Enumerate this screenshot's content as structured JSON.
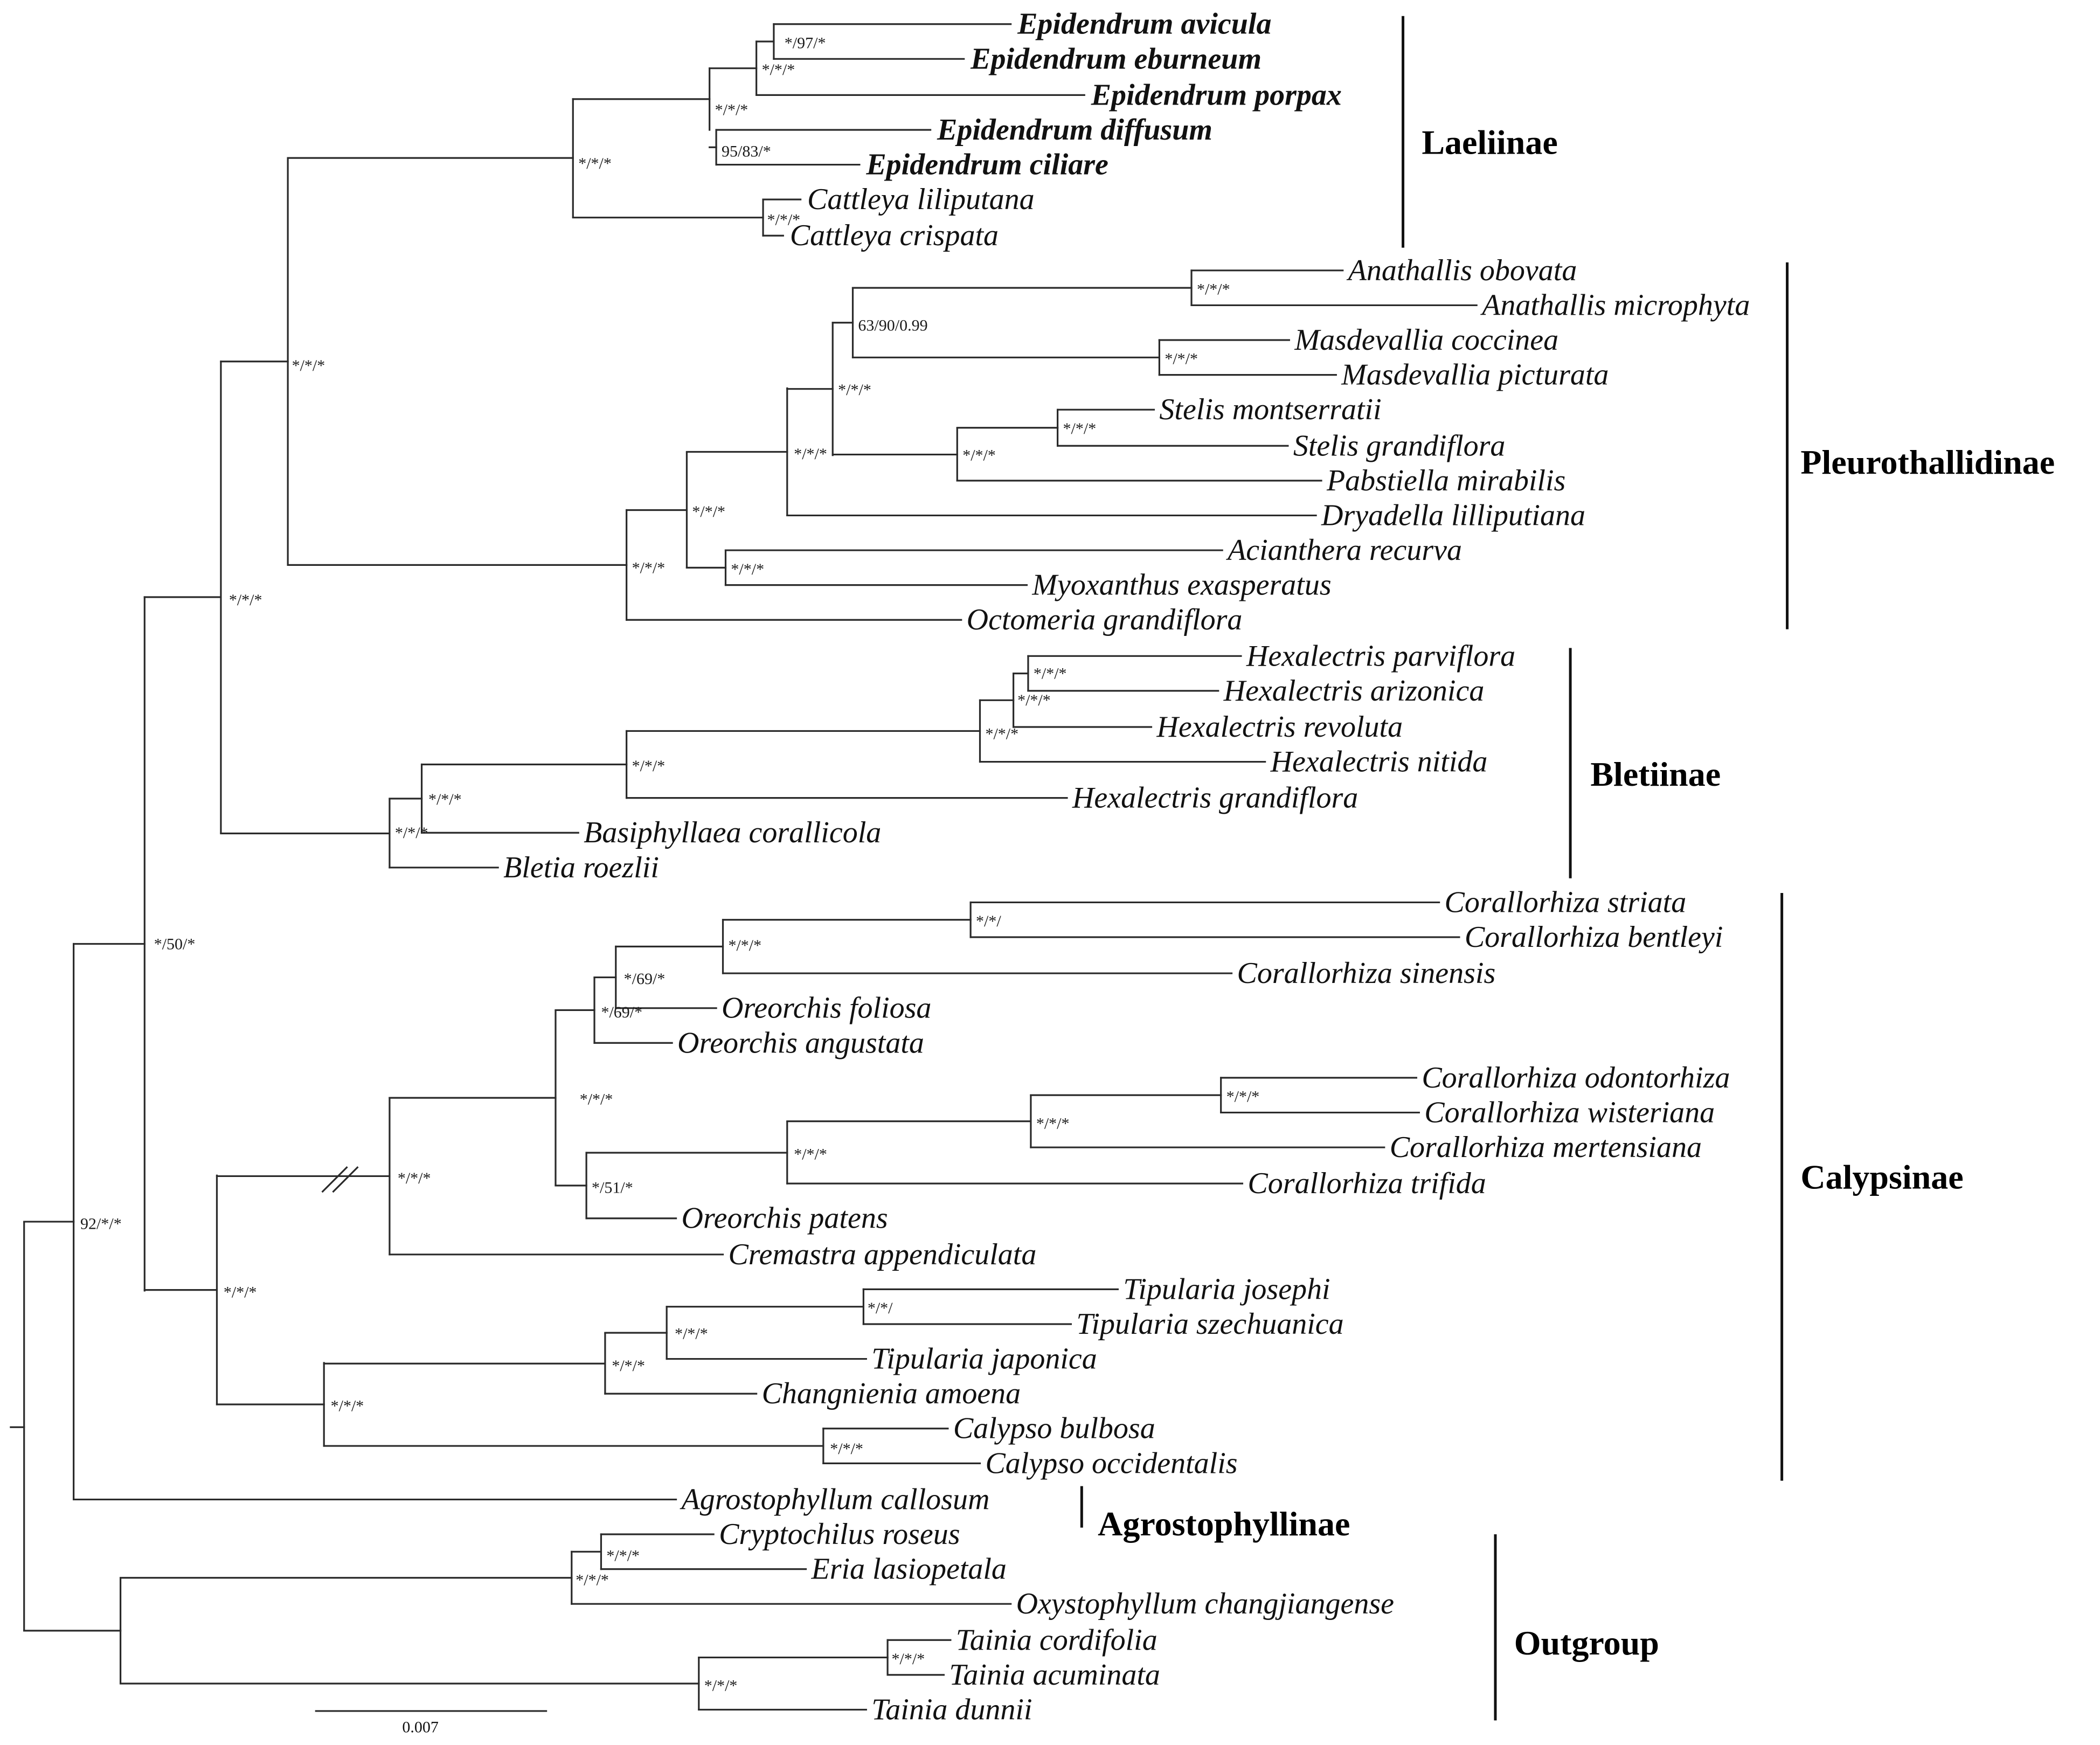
{
  "tree": {
    "taxa": [
      {
        "name": "Epidendrum avicula",
        "bold": true
      },
      {
        "name": "Epidendrum eburneum",
        "bold": true
      },
      {
        "name": "Epidendrum porpax",
        "bold": true
      },
      {
        "name": "Epidendrum diffusum",
        "bold": true
      },
      {
        "name": "Epidendrum ciliare",
        "bold": true
      },
      {
        "name": "Cattleya liliputana",
        "bold": false
      },
      {
        "name": "Cattleya crispata",
        "bold": false
      },
      {
        "name": "Anathallis obovata",
        "bold": false
      },
      {
        "name": "Anathallis microphyta",
        "bold": false
      },
      {
        "name": "Masdevallia coccinea",
        "bold": false
      },
      {
        "name": "Masdevallia picturata",
        "bold": false
      },
      {
        "name": "Stelis montserratii",
        "bold": false
      },
      {
        "name": "Stelis grandiflora",
        "bold": false
      },
      {
        "name": "Pabstiella mirabilis",
        "bold": false
      },
      {
        "name": "Dryadella lilliputiana",
        "bold": false
      },
      {
        "name": "Acianthera recurva",
        "bold": false
      },
      {
        "name": "Myoxanthus exasperatus",
        "bold": false
      },
      {
        "name": "Octomeria grandiflora",
        "bold": false
      },
      {
        "name": "Hexalectris parviflora",
        "bold": false
      },
      {
        "name": "Hexalectris arizonica",
        "bold": false
      },
      {
        "name": "Hexalectris revoluta",
        "bold": false
      },
      {
        "name": "Hexalectris nitida",
        "bold": false
      },
      {
        "name": "Hexalectris grandiflora",
        "bold": false
      },
      {
        "name": "Basiphyllaea corallicola",
        "bold": false
      },
      {
        "name": "Bletia roezlii",
        "bold": false
      },
      {
        "name": "Corallorhiza striata",
        "bold": false
      },
      {
        "name": "Corallorhiza bentleyi",
        "bold": false
      },
      {
        "name": "Corallorhiza sinensis",
        "bold": false
      },
      {
        "name": "Oreorchis foliosa",
        "bold": false
      },
      {
        "name": "Oreorchis angustata",
        "bold": false
      },
      {
        "name": "Corallorhiza odontorhiza",
        "bold": false
      },
      {
        "name": "Corallorhiza wisteriana",
        "bold": false
      },
      {
        "name": "Corallorhiza mertensiana",
        "bold": false
      },
      {
        "name": "Corallorhiza trifida",
        "bold": false
      },
      {
        "name": "Oreorchis patens",
        "bold": false
      },
      {
        "name": "Cremastra appendiculata",
        "bold": false
      },
      {
        "name": "Tipularia josephi",
        "bold": false
      },
      {
        "name": "Tipularia szechuanica",
        "bold": false
      },
      {
        "name": "Tipularia japonica",
        "bold": false
      },
      {
        "name": "Changnienia amoena",
        "bold": false
      },
      {
        "name": "Calypso bulbosa",
        "bold": false
      },
      {
        "name": "Calypso occidentalis",
        "bold": false
      },
      {
        "name": "Agrostophyllum callosum",
        "bold": false
      },
      {
        "name": "Cryptochilus roseus",
        "bold": false
      },
      {
        "name": "Eria lasiopetala",
        "bold": false
      },
      {
        "name": "Oxystophyllum changjiangense",
        "bold": false
      },
      {
        "name": "Tainia cordifolia",
        "bold": false
      },
      {
        "name": "Tainia acuminata",
        "bold": false
      },
      {
        "name": "Tainia dunnii",
        "bold": false
      }
    ],
    "supports": [
      "*/97/*",
      "*/*/*",
      "*/*/*",
      "95/83/*",
      "*/*/*",
      "*/*/*",
      "*/*/*",
      "*/*/*",
      "63/90/0.99",
      "*/*/*",
      "*/*/*",
      "*/*/*",
      "*/*/*",
      "*/*/*",
      "*/*/*",
      "*/*/*",
      "*/*/*",
      "*/*/*",
      "*/*/*",
      "*/*/*",
      "*/*/*",
      "*/*/*",
      "*/*/*",
      "*/*/*",
      "*/*/",
      "*/*/*",
      "*/69/*",
      "*/69/*",
      "*/*/*",
      "*/*/*",
      "*/*/*",
      "*/51/*",
      "*/*/*",
      "*/*/*",
      "*/*/",
      "*/*/*",
      "*/*/*",
      "*/*/*",
      "*/*/*",
      "*/*/*",
      "*/50/*",
      "92/*/*",
      "*/*/*",
      "*/*/*",
      "*/*/*",
      "*/*/*"
    ]
  },
  "clades": [
    {
      "name": "Laeliinae"
    },
    {
      "name": "Pleurothallidinae"
    },
    {
      "name": "Bletiinae"
    },
    {
      "name": "Calypsinae"
    },
    {
      "name": "Agrostophyllinae"
    },
    {
      "name": "Outgroup"
    }
  ],
  "scale_bar": {
    "value": "0.007"
  }
}
